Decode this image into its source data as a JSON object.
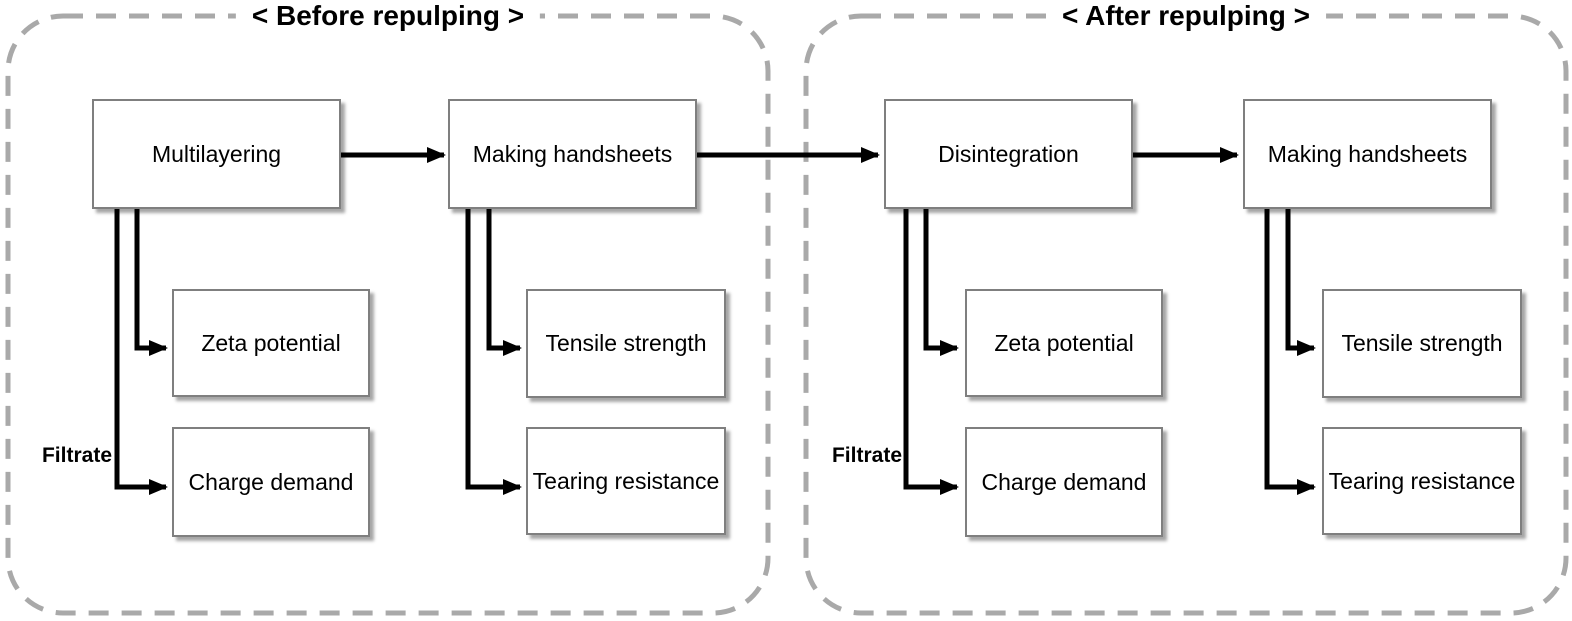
{
  "colors": {
    "background": "#ffffff",
    "panel_dash_border": "#a9a9a9",
    "box_border": "#7f7f7f",
    "arrow": "#000000",
    "text": "#000000"
  },
  "panels": [
    {
      "title": "< Before repulping >",
      "stage_boxes": [
        "Multilayering",
        "Making handsheets"
      ],
      "filtrate_label": "Filtrate",
      "stage1_outputs": [
        "Zeta potential",
        "Charge demand"
      ],
      "stage2_outputs": [
        "Tensile strength",
        "Tearing resistance"
      ]
    },
    {
      "title": "< After repulping >",
      "stage_boxes": [
        "Disintegration",
        "Making handsheets"
      ],
      "filtrate_label": "Filtrate",
      "stage1_outputs": [
        "Zeta potential",
        "Charge demand"
      ],
      "stage2_outputs": [
        "Tensile strength",
        "Tearing resistance"
      ]
    }
  ]
}
